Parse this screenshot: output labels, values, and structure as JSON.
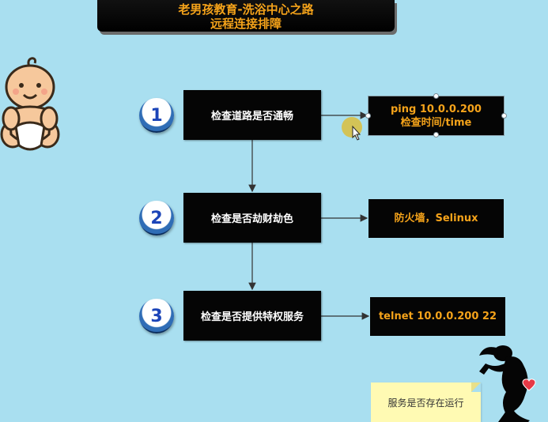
{
  "title": {
    "line1": "老男孩教育-洗浴中心之路",
    "line2": "远程连接排障"
  },
  "steps": [
    {
      "number": "1",
      "label": "检查道路是否通畅"
    },
    {
      "number": "2",
      "label": "检查是否劫财劫色"
    },
    {
      "number": "3",
      "label": "检查是否提供特权服务"
    }
  ],
  "results": [
    {
      "line1": "ping  10.0.0.200",
      "line2": "检查时间/time"
    },
    {
      "line1": "防火墙，Selinux"
    },
    {
      "line1": "telnet  10.0.0.200 22"
    }
  ],
  "note": {
    "text": "服务是否存在运行"
  },
  "colors": {
    "background": "#a9dff0",
    "box": "#050505",
    "accent": "#f5a31a",
    "badge_digit": "#1b44b8",
    "note": "#fffab3"
  },
  "icons": [
    "baby-icon",
    "dancer-silhouette-icon",
    "heart-icon",
    "cursor-icon"
  ]
}
